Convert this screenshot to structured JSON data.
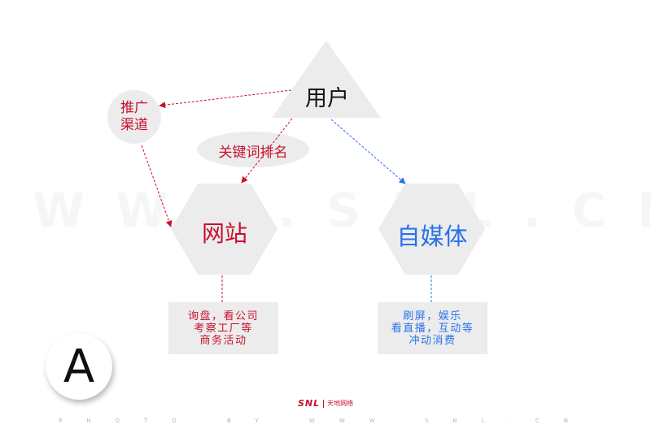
{
  "nodes": {
    "user": "用户",
    "promo_channel_line1": "推广",
    "promo_channel_line2": "渠道",
    "keyword_ranking": "关键词排名",
    "website": "网站",
    "self_media": "自媒体"
  },
  "website_box": {
    "lines": [
      "询盘，看公司",
      "考察工厂等",
      "商务活动"
    ]
  },
  "self_media_box": {
    "lines": [
      "刷屏，娱乐",
      "看直播，互动等",
      "冲动消费"
    ]
  },
  "badge": "A",
  "watermark": "WWW.SNL.CN",
  "logo": {
    "mark": "SNL",
    "cn": "天地网络"
  },
  "footer": "PHOTO BY WWW.SNL.CN",
  "colors": {
    "red": "#c8102e",
    "blue": "#2a72e8",
    "gray_shape": "#ececec",
    "text_dark": "#111111"
  },
  "icons": {
    "red_arrowhead": "triangle",
    "blue_arrowhead": "triangle"
  }
}
